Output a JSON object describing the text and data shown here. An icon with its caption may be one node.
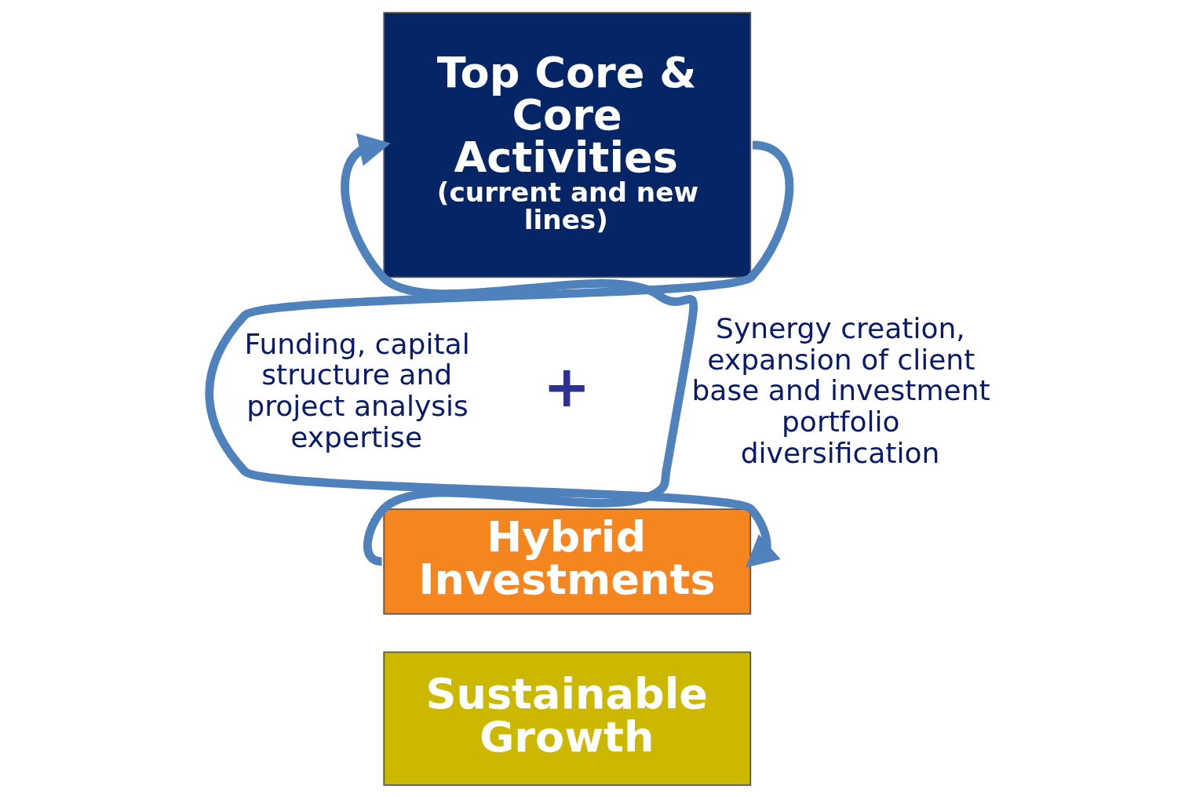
{
  "diagram": {
    "nodes": [
      {
        "text": [
          "Top Core & Core Activities",
          "(current and new lines)"
        ]
      },
      {
        "text": [
          "Hybrid Investments"
        ]
      },
      {
        "text": [
          "Sustainable Growth"
        ]
      }
    ],
    "edges": [
      {
        "from": 0,
        "to": 1,
        "arrow": "to",
        "label": "Funding, capital structure and project analysis expertise"
      },
      {
        "from": 1,
        "to": 0,
        "arrow": "to",
        "label": "Synergy creation, expansion of client base and investment portfolio diversification"
      }
    ],
    "labels": [
      "+"
    ]
  }
}
